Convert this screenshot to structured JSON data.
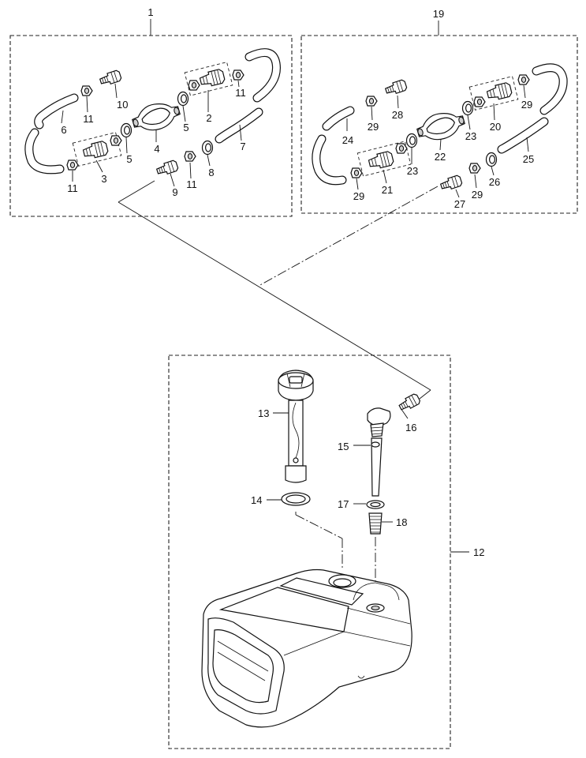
{
  "diagram": {
    "group_labels": {
      "left_kit": "1",
      "right_kit": "19",
      "tank_assy": "12"
    },
    "part_labels": {
      "p2": "2",
      "p3": "3",
      "p4": "4",
      "p5a": "5",
      "p5b": "5",
      "p6": "6",
      "p7": "7",
      "p8": "8",
      "p9": "9",
      "p10": "10",
      "p11a": "11",
      "p11b": "11",
      "p11c": "11",
      "p11d": "11",
      "p13": "13",
      "p14": "14",
      "p15": "15",
      "p16": "16",
      "p17": "17",
      "p18": "18",
      "p20": "20",
      "p21": "21",
      "p22": "22",
      "p23a": "23",
      "p23b": "23",
      "p24": "24",
      "p25": "25",
      "p26": "26",
      "p27": "27",
      "p28": "28",
      "p29a": "29",
      "p29b": "29",
      "p29c": "29",
      "p29d": "29"
    }
  }
}
